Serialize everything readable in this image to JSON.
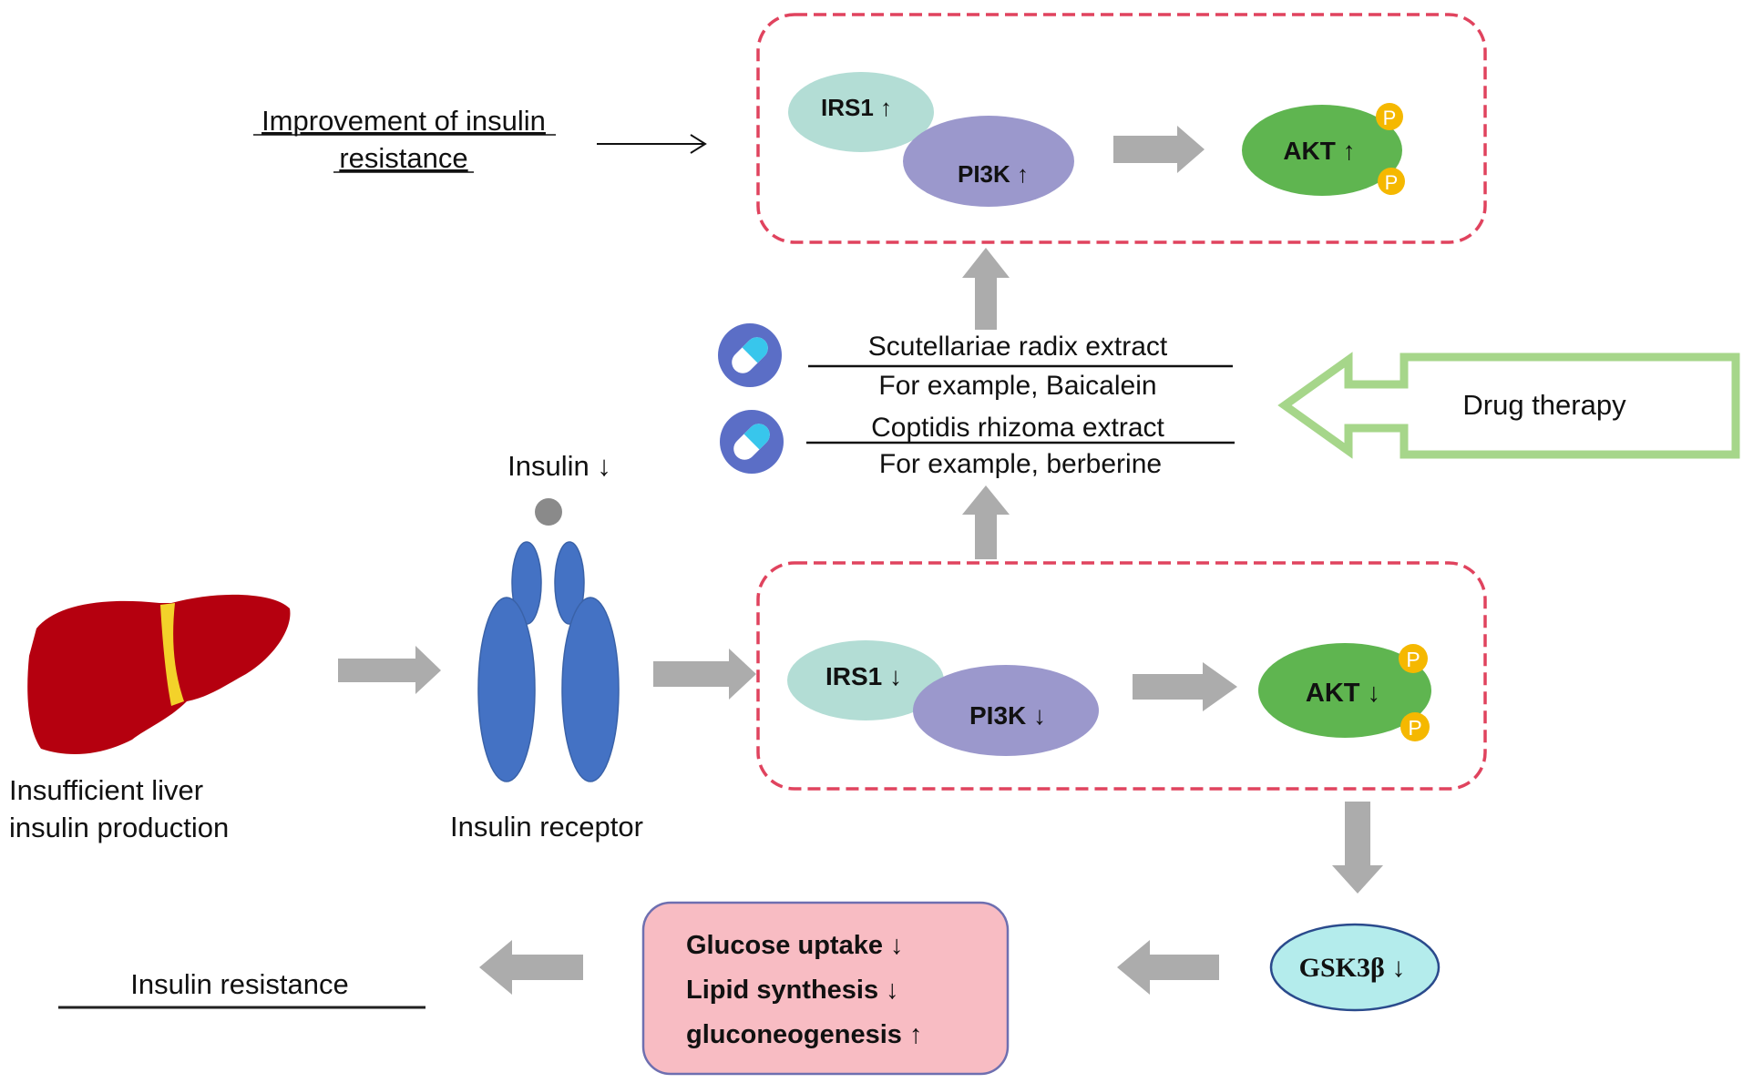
{
  "improvement": {
    "label_line1": "Improvement of insulin",
    "label_line2": "resistance"
  },
  "top_pathway": {
    "irs1": "IRS1 ↑",
    "pi3k": "PI3K ↑",
    "akt": "AKT ↑",
    "phospho": "P"
  },
  "drugs": [
    {
      "name": "Scutellariae radix extract",
      "example": "For example, Baicalein"
    },
    {
      "name": "Coptidis rhizoma extract",
      "example": "For example, berberine"
    }
  ],
  "drug_therapy": "Drug therapy",
  "insulin": "Insulin ↓",
  "liver_label_line1": "Insufficient liver",
  "liver_label_line2": "insulin production",
  "receptor_label": "Insulin receptor",
  "bottom_pathway": {
    "irs1": "IRS1 ↓",
    "pi3k": "PI3K ↓",
    "akt": "AKT ↓",
    "phospho": "P"
  },
  "gsk3b": "GSK3β ↓",
  "effects": [
    "Glucose uptake ↓",
    "Lipid synthesis ↓",
    "gluconeogenesis ↑"
  ],
  "outcome": "Insulin resistance",
  "colors": {
    "dashed_border": "#e0435e",
    "irs1": "#b3ddd5",
    "pi3k": "#9b98cc",
    "akt": "#5fb550",
    "phospho": "#f5b800",
    "arrow_gray": "#acacac",
    "drug_green": "#a6d68a",
    "liver": "#b5000f",
    "receptor": "#4472c4",
    "pink_box": "#f8bcc3",
    "gsk_fill": "#b4ecec",
    "pill_outer": "#5b6ec6",
    "pill_cyan": "#38c6ec"
  }
}
